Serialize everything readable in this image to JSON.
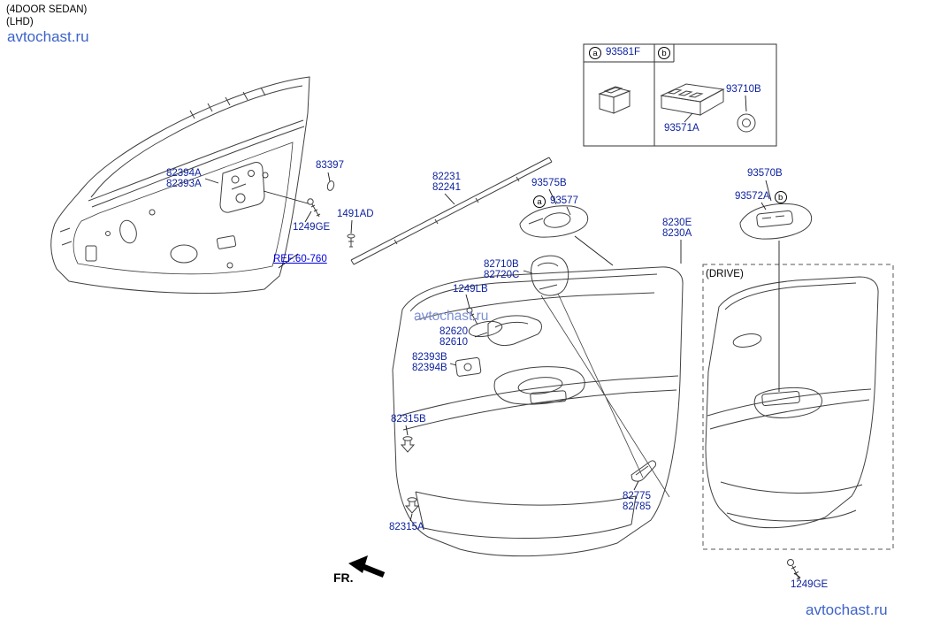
{
  "header": {
    "line1": "(4DOOR SEDAN)",
    "line2": "(LHD)"
  },
  "watermarks": {
    "top_left": "avtochast.ru",
    "center": "avtochast.ru",
    "bottom_right": "avtochast.ru"
  },
  "colors": {
    "part_label": "#0a1f9e",
    "ref_link": "#0000e0",
    "watermark": "#3d63c8",
    "line_art": "#404040"
  },
  "inset": {
    "marker_a": "a",
    "marker_b": "b",
    "part_single_switch": "93581F",
    "part_knob": "93710B",
    "part_main_switch": "93571A"
  },
  "diagram": {
    "marker_a": "a",
    "marker_b": "b",
    "drive_label": "(DRIVE)",
    "fr_label": "FR.",
    "ref_label": "REF.60-760"
  },
  "parts": {
    "p83397": "83397",
    "p82394A": "82394A",
    "p82393A": "82393A",
    "p82231": "82231",
    "p82241": "82241",
    "p93575B": "93575B",
    "p93577": "93577",
    "p93570B": "93570B",
    "p93572A": "93572A",
    "p1249GE_a": "1249GE",
    "p1491AD": "1491AD",
    "p8230E": "8230E",
    "p8230A": "8230A",
    "p82710B": "82710B",
    "p82720C": "82720C",
    "p1249LB": "1249LB",
    "p82620": "82620",
    "p82610": "82610",
    "p82393B": "82393B",
    "p82394B": "82394B",
    "p82315B": "82315B",
    "p82775": "82775",
    "p82785": "82785",
    "p82315A": "82315A",
    "p1249GE_b": "1249GE"
  }
}
